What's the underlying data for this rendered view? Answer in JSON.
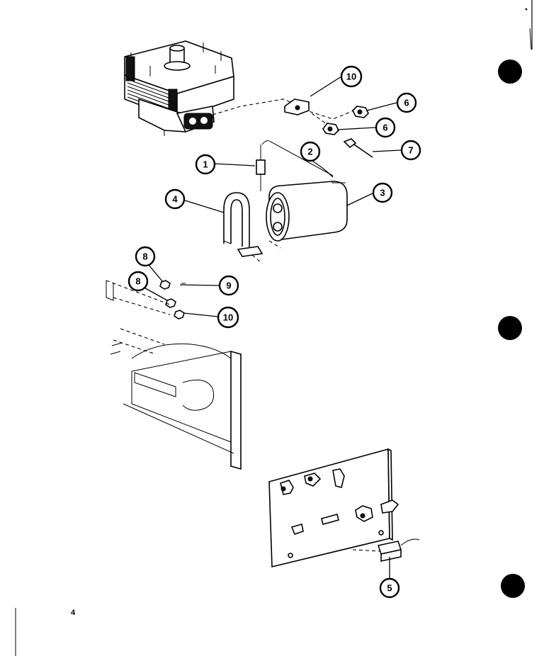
{
  "page": {
    "number": "4"
  },
  "callouts": {
    "c1": "1",
    "c2": "2",
    "c3": "3",
    "c4": "4",
    "c5": "5",
    "c6a": "6",
    "c6b": "6",
    "c7": "7",
    "c8a": "8",
    "c8b": "8",
    "c9": "9",
    "c10a": "10",
    "c10b": "10"
  },
  "icons": {
    "magnetron": "magnetron-icon",
    "capacitor": "capacitor-icon",
    "diode": "diode-icon",
    "bracket": "capacitor-bracket-icon",
    "circuit_board": "circuit-board-icon",
    "noise_filter": "noise-filter-icon",
    "chassis": "chassis-panel-icon",
    "punch_hole": "punch-hole-icon"
  },
  "colors": {
    "ink": "#000000",
    "paper": "#ffffff"
  }
}
